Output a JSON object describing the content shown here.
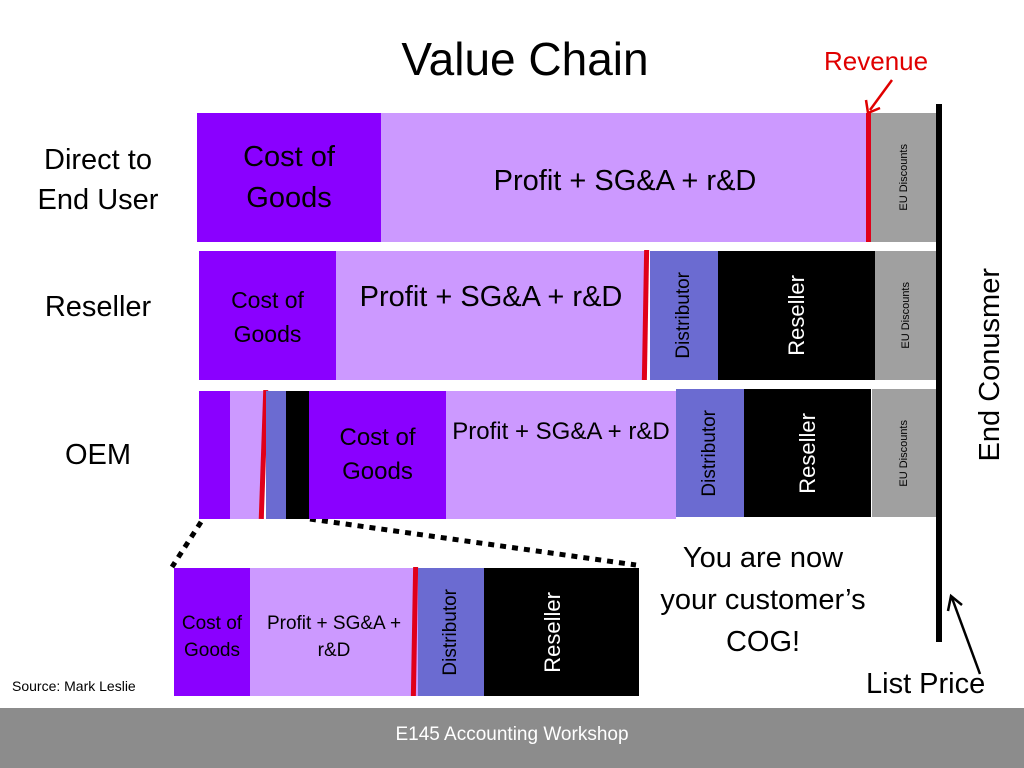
{
  "title": "Value Chain",
  "revenue_label": "Revenue",
  "rows": {
    "direct": {
      "label": "Direct to End User",
      "cog": "Cost of Goods",
      "profit": "Profit + SG&A + r&D",
      "eu": "EU Discounts"
    },
    "reseller": {
      "label": "Reseller",
      "cog": "Cost of Goods",
      "profit": "Profit + SG&A + r&D",
      "distributor": "Distributor",
      "reseller": "Reseller",
      "eu": "EU Discounts"
    },
    "oem": {
      "label": "OEM",
      "cog": "Cost of Goods",
      "profit": "Profit + SG&A + r&D",
      "distributor": "Distributor",
      "reseller": "Reseller",
      "eu": "EU Discounts"
    }
  },
  "inset": {
    "cog": "Cost of Goods",
    "profit": "Profit + SG&A + r&D",
    "distributor": "Distributor",
    "reseller": "Reseller"
  },
  "end_consumer_label": "End Conusmer",
  "callout": "You are now your customer’s COG!",
  "list_price_label": "List Price",
  "source": "Source: Mark Leslie",
  "footer": "E145 Accounting Workshop",
  "colors": {
    "cost_of_goods": "#8a00ff",
    "profit": "#cc99ff",
    "distributor": "#6b6bd1",
    "reseller": "#000000",
    "eu_discounts": "#a0a0a0",
    "marker": "#e0001a",
    "footer_bar": "#8c8c8c"
  }
}
